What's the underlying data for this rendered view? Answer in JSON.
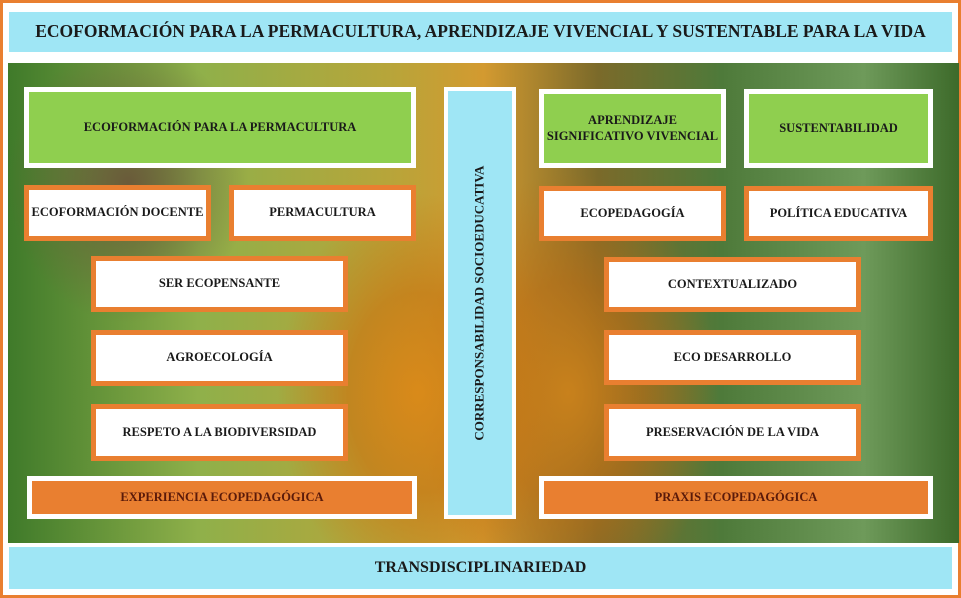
{
  "title": "ECOFORMACIÓN PARA LA PERMACULTURA, APRENDIZAJE VIVENCIAL Y SUSTENTABLE PARA LA VIDA",
  "bottom": "TRANSDISCIPLINARIEDAD",
  "center": "CORRESPONSABILIDAD SOCIOEDUCATIVA",
  "left": {
    "header": "ECOFORMACIÓN PARA LA PERMACULTURA",
    "items": [
      "ECOFORMACIÓN DOCENTE",
      "PERMACULTURA",
      "SER ECOPENSANTE",
      "AGROECOLOGÍA",
      "RESPETO A LA BIODIVERSIDAD"
    ],
    "footer": "EXPERIENCIA ECOPEDAGÓGICA"
  },
  "right": {
    "headers": [
      "APRENDIZAJE SIGNIFICATIVO VIVENCIAL",
      "SUSTENTABILIDAD"
    ],
    "items": [
      "ECOPEDAGOGÍA",
      "POLÍTICA EDUCATIVA",
      "CONTEXTUALIZADO",
      "ECO DESARROLLO",
      "PRESERVACIÓN DE LA VIDA"
    ],
    "footer": "PRAXIS ECOPEDAGÓGICA"
  }
}
